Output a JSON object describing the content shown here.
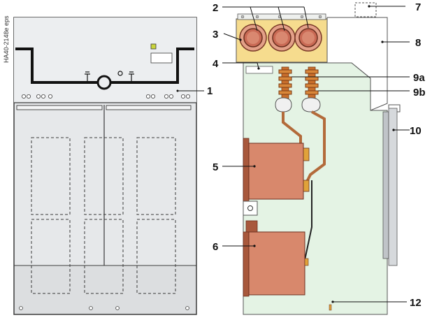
{
  "file_tag": "HA40-2148e eps",
  "callouts": {
    "c1": "1",
    "c2": "2",
    "c3": "3",
    "c4": "4",
    "c5": "5",
    "c6": "6",
    "c7": "7",
    "c8": "8",
    "c9a": "9a",
    "c9b": "9b",
    "c10": "10",
    "c12": "12"
  },
  "colors": {
    "panel_grey": "#e6e8ea",
    "panel_outline": "#3a3a3a",
    "busbar": "#111111",
    "interior_green": "#e4f3e4",
    "copper": "#d8886c",
    "copper_dark": "#a8583c",
    "housing_yellow": "#f6dc8e",
    "insulator": "#c86e2c"
  }
}
